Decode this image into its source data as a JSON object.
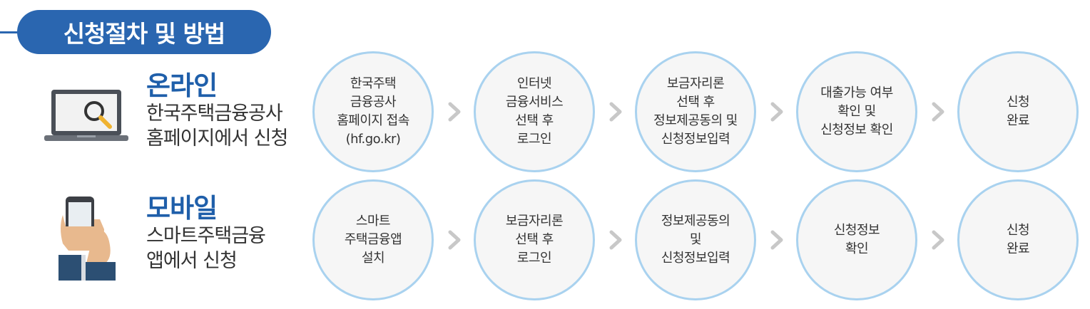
{
  "section_title": "신청절차 및 방법",
  "colors": {
    "accent": "#2a66b0",
    "circle_border": "#a9d2ef",
    "circle_fill": "#f6f6f6",
    "arrow": "#c8c8c8"
  },
  "rows": [
    {
      "icon": "laptop-search-icon",
      "heading": "온라인",
      "subtitle": "한국주택금융공사\n홈페이지에서 신청",
      "steps": [
        "한국주택\n금융공사\n홈페이지 접속\n(hf.go.kr)",
        "인터넷\n금융서비스\n선택 후\n로그인",
        "보금자리론\n선택 후\n정보제공동의 및\n신청정보입력",
        "대출가능 여부\n확인 및\n신청정보 확인",
        "신청\n완료"
      ]
    },
    {
      "icon": "smartphone-hand-icon",
      "heading": "모바일",
      "subtitle": "스마트주택금융\n앱에서 신청",
      "steps": [
        "스마트\n주택금융앱\n설치",
        "보금자리론\n선택 후\n로그인",
        "정보제공동의\n및\n신청정보입력",
        "신청정보\n확인",
        "신청\n완료"
      ]
    }
  ]
}
